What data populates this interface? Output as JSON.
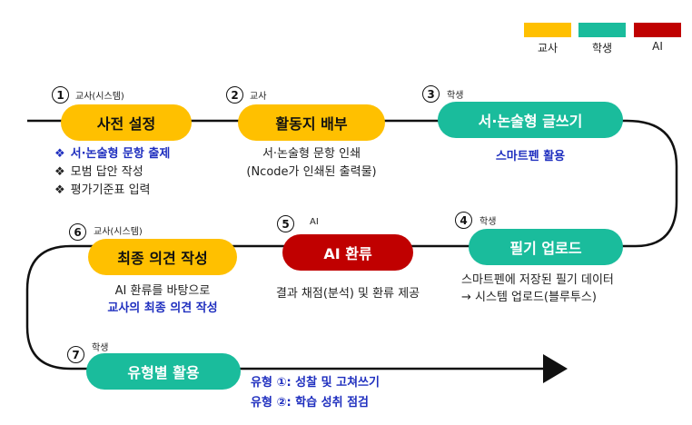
{
  "legend": [
    {
      "label": "교사",
      "color": "#FFC000"
    },
    {
      "label": "학생",
      "color": "#1ABC9C"
    },
    {
      "label": "AI",
      "color": "#C00000"
    }
  ],
  "steps": [
    {
      "number": "1",
      "role": "교사(시스템)",
      "title": "사전 설정",
      "actor": "teacher",
      "items": [
        {
          "bullet": "❖",
          "text": "서·논술형 문항 출제",
          "highlight": true
        },
        {
          "bullet": "❖",
          "text": "모범 답안 작성",
          "highlight": false
        },
        {
          "bullet": "❖",
          "text": "평가기준표 입력",
          "highlight": false
        }
      ]
    },
    {
      "number": "2",
      "role": "교사",
      "title": "활동지 배부",
      "actor": "teacher",
      "lines": [
        "서·논술형 문항 인쇄",
        "(Ncode가 인쇄된 출력물)"
      ]
    },
    {
      "number": "3",
      "role": "학생",
      "title": "서·논술형 글쓰기",
      "actor": "student",
      "lines": [
        "스마트펜 활용"
      ]
    },
    {
      "number": "4",
      "role": "학생",
      "title": "필기 업로드",
      "actor": "student",
      "lines": [
        "스마트펜에 저장된 필기 데이터",
        "→ 시스템 업로드(블루투스)"
      ]
    },
    {
      "number": "5",
      "role": "AI",
      "title": "AI 환류",
      "actor": "ai",
      "lines": [
        "결과 채점(분석) 및 환류 제공"
      ]
    },
    {
      "number": "6",
      "role": "교사(시스템)",
      "title": "최종 의견 작성",
      "actor": "teacher",
      "lines": [
        "AI 환류를 바탕으로",
        "교사의 최종 의견 작성"
      ]
    },
    {
      "number": "7",
      "role": "학생",
      "title": "유형별 활용",
      "actor": "student",
      "lines": [
        "유형 ①: 성찰 및 고쳐쓰기",
        "유형 ②: 학습 성취 점검"
      ]
    }
  ]
}
